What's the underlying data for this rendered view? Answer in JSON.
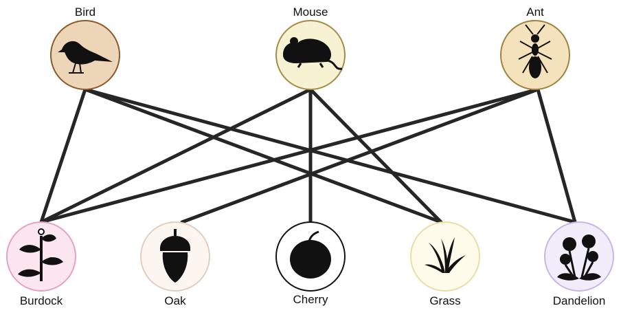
{
  "diagram": {
    "animals": [
      {
        "id": "bird",
        "label": "Bird",
        "icon": "bird-silhouette-icon",
        "fill": "#EDD5B8",
        "stroke": "#8B5A2B"
      },
      {
        "id": "mouse",
        "label": "Mouse",
        "icon": "mouse-silhouette-icon",
        "fill": "#F6F2D2",
        "stroke": "#A68A4A"
      },
      {
        "id": "ant",
        "label": "Ant",
        "icon": "ant-silhouette-icon",
        "fill": "#F3E2BB",
        "stroke": "#A0823F"
      }
    ],
    "plants": [
      {
        "id": "burdock",
        "label": "Burdock",
        "icon": "burdock-plant-icon",
        "fill": "#FBE6F0",
        "stroke": "#E5A3C4"
      },
      {
        "id": "oak",
        "label": "Oak",
        "icon": "acorn-icon",
        "fill": "#FDF6F0",
        "stroke": "#E0CFC0"
      },
      {
        "id": "cherry",
        "label": "Cherry",
        "icon": "cherry-fruit-icon",
        "fill": "#FFFFFF",
        "stroke": "#111111"
      },
      {
        "id": "grass",
        "label": "Grass",
        "icon": "grass-tuft-icon",
        "fill": "#FFFBEA",
        "stroke": "#EADDA8"
      },
      {
        "id": "dandelion",
        "label": "Dandelion",
        "icon": "dandelion-icon",
        "fill": "#F2EDFA",
        "stroke": "#C7B6E6"
      }
    ],
    "links": [
      {
        "from": "bird",
        "to": "burdock"
      },
      {
        "from": "bird",
        "to": "grass"
      },
      {
        "from": "bird",
        "to": "dandelion"
      },
      {
        "from": "mouse",
        "to": "burdock"
      },
      {
        "from": "mouse",
        "to": "cherry"
      },
      {
        "from": "mouse",
        "to": "grass"
      },
      {
        "from": "ant",
        "to": "burdock"
      },
      {
        "from": "ant",
        "to": "oak"
      },
      {
        "from": "ant",
        "to": "dandelion"
      }
    ],
    "line_color": "#262626"
  }
}
